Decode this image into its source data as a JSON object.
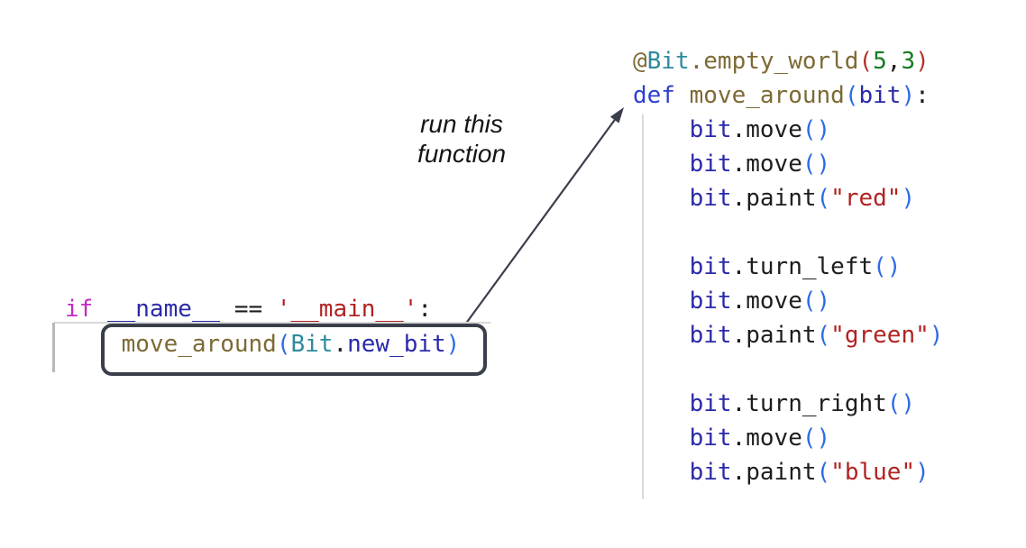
{
  "palette": {
    "kw_magenta": "#c32bc3",
    "kw_blue": "#2d3fd3",
    "id_navy": "#2a2aa8",
    "fn_olive": "#7d6a35",
    "cls_teal": "#2e8b9e",
    "str_red": "#b22222",
    "num_green": "#147d20",
    "par_blue": "#2e6be5",
    "par_red": "#b5342a",
    "pln_black": "#1d1d1d",
    "box_arrow": "#3a3f4b",
    "guide_light": "#d9d9d9",
    "gutter_gray": "#b9b9b9"
  },
  "annotation": {
    "line1": "run this",
    "line2": "function"
  },
  "left_code": {
    "lines": [
      [
        {
          "t": "if",
          "c": "kwm"
        },
        {
          "t": " ",
          "c": "pln"
        },
        {
          "t": "__name__",
          "c": "id"
        },
        {
          "t": " == ",
          "c": "pln"
        },
        {
          "t": "'__main__'",
          "c": "str"
        },
        {
          "t": ":",
          "c": "pln"
        }
      ],
      [
        {
          "t": "    ",
          "c": "pln"
        },
        {
          "t": "move_around",
          "c": "fn"
        },
        {
          "t": "(",
          "c": "parb"
        },
        {
          "t": "Bit",
          "c": "cls"
        },
        {
          "t": ".",
          "c": "pln"
        },
        {
          "t": "new_bit",
          "c": "id"
        },
        {
          "t": ")",
          "c": "parb"
        }
      ]
    ]
  },
  "right_code": {
    "lines": [
      [
        {
          "t": "@",
          "c": "fn"
        },
        {
          "t": "Bit",
          "c": "cls"
        },
        {
          "t": ".empty_world",
          "c": "fn"
        },
        {
          "t": "(",
          "c": "parr"
        },
        {
          "t": "5",
          "c": "num"
        },
        {
          "t": ",",
          "c": "pln"
        },
        {
          "t": "3",
          "c": "num"
        },
        {
          "t": ")",
          "c": "parr"
        }
      ],
      [
        {
          "t": "def",
          "c": "kwb"
        },
        {
          "t": " ",
          "c": "pln"
        },
        {
          "t": "move_around",
          "c": "fn"
        },
        {
          "t": "(",
          "c": "parb"
        },
        {
          "t": "bit",
          "c": "id"
        },
        {
          "t": ")",
          "c": "parb"
        },
        {
          "t": ":",
          "c": "pln"
        }
      ],
      [
        {
          "t": "    ",
          "c": "pln"
        },
        {
          "t": "bit",
          "c": "id"
        },
        {
          "t": ".move",
          "c": "pln"
        },
        {
          "t": "()",
          "c": "parb"
        }
      ],
      [
        {
          "t": "    ",
          "c": "pln"
        },
        {
          "t": "bit",
          "c": "id"
        },
        {
          "t": ".move",
          "c": "pln"
        },
        {
          "t": "()",
          "c": "parb"
        }
      ],
      [
        {
          "t": "    ",
          "c": "pln"
        },
        {
          "t": "bit",
          "c": "id"
        },
        {
          "t": ".paint",
          "c": "pln"
        },
        {
          "t": "(",
          "c": "parb"
        },
        {
          "t": "\"red\"",
          "c": "str"
        },
        {
          "t": ")",
          "c": "parb"
        }
      ],
      [],
      [
        {
          "t": "    ",
          "c": "pln"
        },
        {
          "t": "bit",
          "c": "id"
        },
        {
          "t": ".turn_left",
          "c": "pln"
        },
        {
          "t": "()",
          "c": "parb"
        }
      ],
      [
        {
          "t": "    ",
          "c": "pln"
        },
        {
          "t": "bit",
          "c": "id"
        },
        {
          "t": ".move",
          "c": "pln"
        },
        {
          "t": "()",
          "c": "parb"
        }
      ],
      [
        {
          "t": "    ",
          "c": "pln"
        },
        {
          "t": "bit",
          "c": "id"
        },
        {
          "t": ".paint",
          "c": "pln"
        },
        {
          "t": "(",
          "c": "parb"
        },
        {
          "t": "\"green\"",
          "c": "str"
        },
        {
          "t": ")",
          "c": "parb"
        }
      ],
      [],
      [
        {
          "t": "    ",
          "c": "pln"
        },
        {
          "t": "bit",
          "c": "id"
        },
        {
          "t": ".turn_right",
          "c": "pln"
        },
        {
          "t": "()",
          "c": "parb"
        }
      ],
      [
        {
          "t": "    ",
          "c": "pln"
        },
        {
          "t": "bit",
          "c": "id"
        },
        {
          "t": ".move",
          "c": "pln"
        },
        {
          "t": "()",
          "c": "parb"
        }
      ],
      [
        {
          "t": "    ",
          "c": "pln"
        },
        {
          "t": "bit",
          "c": "id"
        },
        {
          "t": ".paint",
          "c": "pln"
        },
        {
          "t": "(",
          "c": "parb"
        },
        {
          "t": "\"blue\"",
          "c": "str"
        },
        {
          "t": ")",
          "c": "parb"
        }
      ]
    ]
  }
}
